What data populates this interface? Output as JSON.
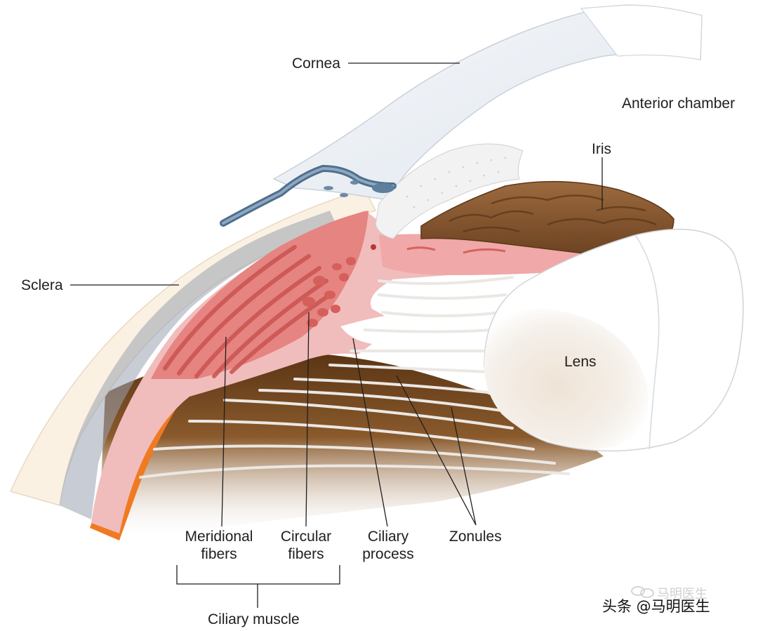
{
  "labels": {
    "cornea": "Cornea",
    "anterior_chamber": "Anterior chamber",
    "iris": "Iris",
    "sclera": "Sclera",
    "lens": "Lens",
    "meridional_fibers_1": "Meridional",
    "meridional_fibers_2": "fibers",
    "circular_fibers_1": "Circular",
    "circular_fibers_2": "fibers",
    "ciliary_process_1": "Ciliary",
    "ciliary_process_2": "process",
    "zonules": "Zonules",
    "ciliary_muscle": "Ciliary muscle"
  },
  "watermark": {
    "faint": "马明医生",
    "main": "头条 @马明医生"
  },
  "colors": {
    "cornea": "#e9eef3",
    "sclera": "#fbf1e3",
    "ciliary_tissue": "#f1bcbc",
    "muscle_fibers": "#d96a66",
    "iris": "#8a5a33",
    "lens": "#f3f1ee",
    "choroid": "#8a5a2c",
    "retina_orange": "#f07a22",
    "vessel": "#5f7f9c",
    "zonules": "#e8e6e3"
  }
}
